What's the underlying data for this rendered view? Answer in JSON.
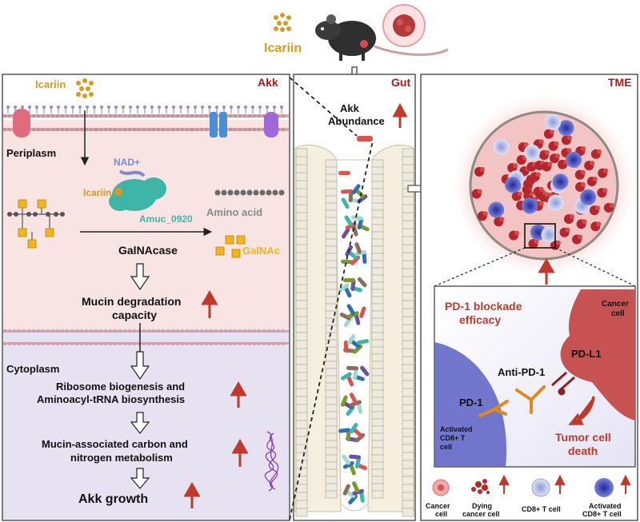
{
  "header": {
    "icariin_label": "Icariin"
  },
  "panel_akk": {
    "title": "Akk",
    "icariin_label": "Icariin",
    "periplasm_label": "Periplasm",
    "nad_label": "NAD+",
    "enzyme_icariin_label": "Icariin",
    "enzyme_label": "Amuc_0920",
    "amino_acid_label": "Amino acid",
    "galnacase_label": "GalNAcase",
    "galnac_label": "GalNAc",
    "mucin_degradation_line1": "Mucin degradation",
    "mucin_degradation_line2": "capacity",
    "cytoplasm_label": "Cytoplasm",
    "ribosome_line1": "Ribosome biogenesis and",
    "ribosome_line2": "Aminoacyl-tRNA biosynthesis",
    "metabolism_line1": "Mucin-associated carbon and",
    "metabolism_line2": "nitrogen metabolism",
    "growth_label": "Akk growth"
  },
  "panel_gut": {
    "title": "Gut",
    "abundance_line1": "Akk",
    "abundance_line2": "Abundance"
  },
  "panel_tme": {
    "title": "TME",
    "blockade_line1": "PD-1 blockade",
    "blockade_line2": "efficacy",
    "cancer_cell_line1": "Cancer",
    "cancer_cell_line2": "cell",
    "pdl1_label": "PD-L1",
    "anti_pd1_label": "Anti-PD-1",
    "pd1_label": "PD-1",
    "activated_line1": "Activated",
    "activated_line2": "CD8+ T",
    "activated_line3": "cell",
    "death_line1": "Tumor cell",
    "death_line2": "death"
  },
  "legend": {
    "cancer_line1": "Cancer",
    "cancer_line2": "cell",
    "dying_line1": "Dying",
    "dying_line2": "cancer cell",
    "cd8_label": "CD8+ T cell",
    "activated_line1": "Activated",
    "activated_line2": "CD8+ T cell"
  },
  "colors": {
    "up_arrow": "#c0392b",
    "panel_title": "#a61c1c",
    "icariin": "#d99a1e",
    "galnac": "#f2b51c",
    "enzyme": "#3fb5a8",
    "nad": "#7d8bc7",
    "amino": "#8a8a8a",
    "akk_top_bg": "#f9e4e4",
    "akk_bottom_bg": "#e6e2f2"
  }
}
